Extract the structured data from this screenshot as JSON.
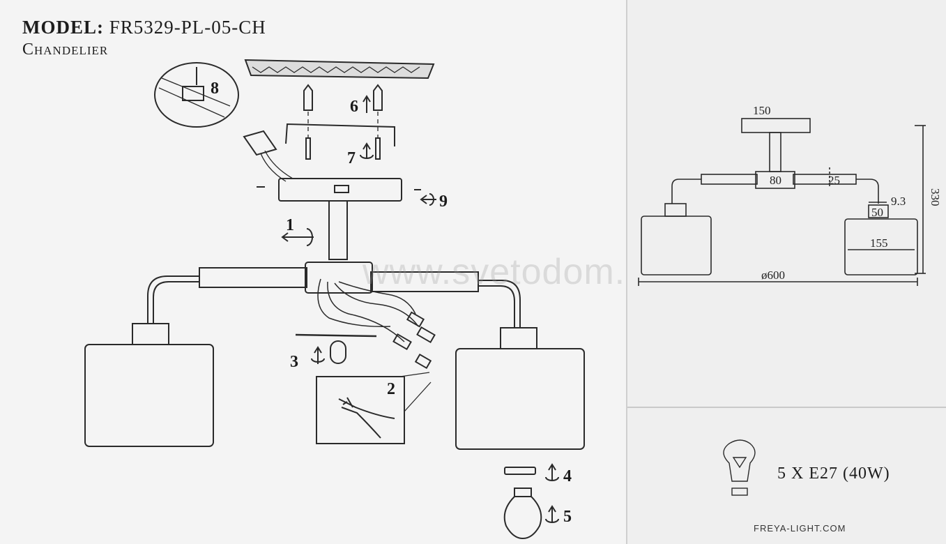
{
  "header": {
    "model_label": "MODEL:",
    "model_number": "FR5329-PL-05-CH",
    "product_type": "Chandelier"
  },
  "steps": [
    "1",
    "2",
    "3",
    "4",
    "5",
    "6",
    "7",
    "8",
    "9"
  ],
  "watermark": "www.svetodom.ru",
  "dimensions": {
    "canopy_width": "150",
    "height": "330",
    "hub_width": "80",
    "arm_diameter": "25",
    "holder_offset": "9.3",
    "holder_width": "50",
    "shade_size": "155",
    "overall_diameter": "ø600"
  },
  "specs": {
    "bulbs": "5 X E27 (40W)"
  },
  "footer": {
    "website": "FREYA-LIGHT.COM"
  }
}
